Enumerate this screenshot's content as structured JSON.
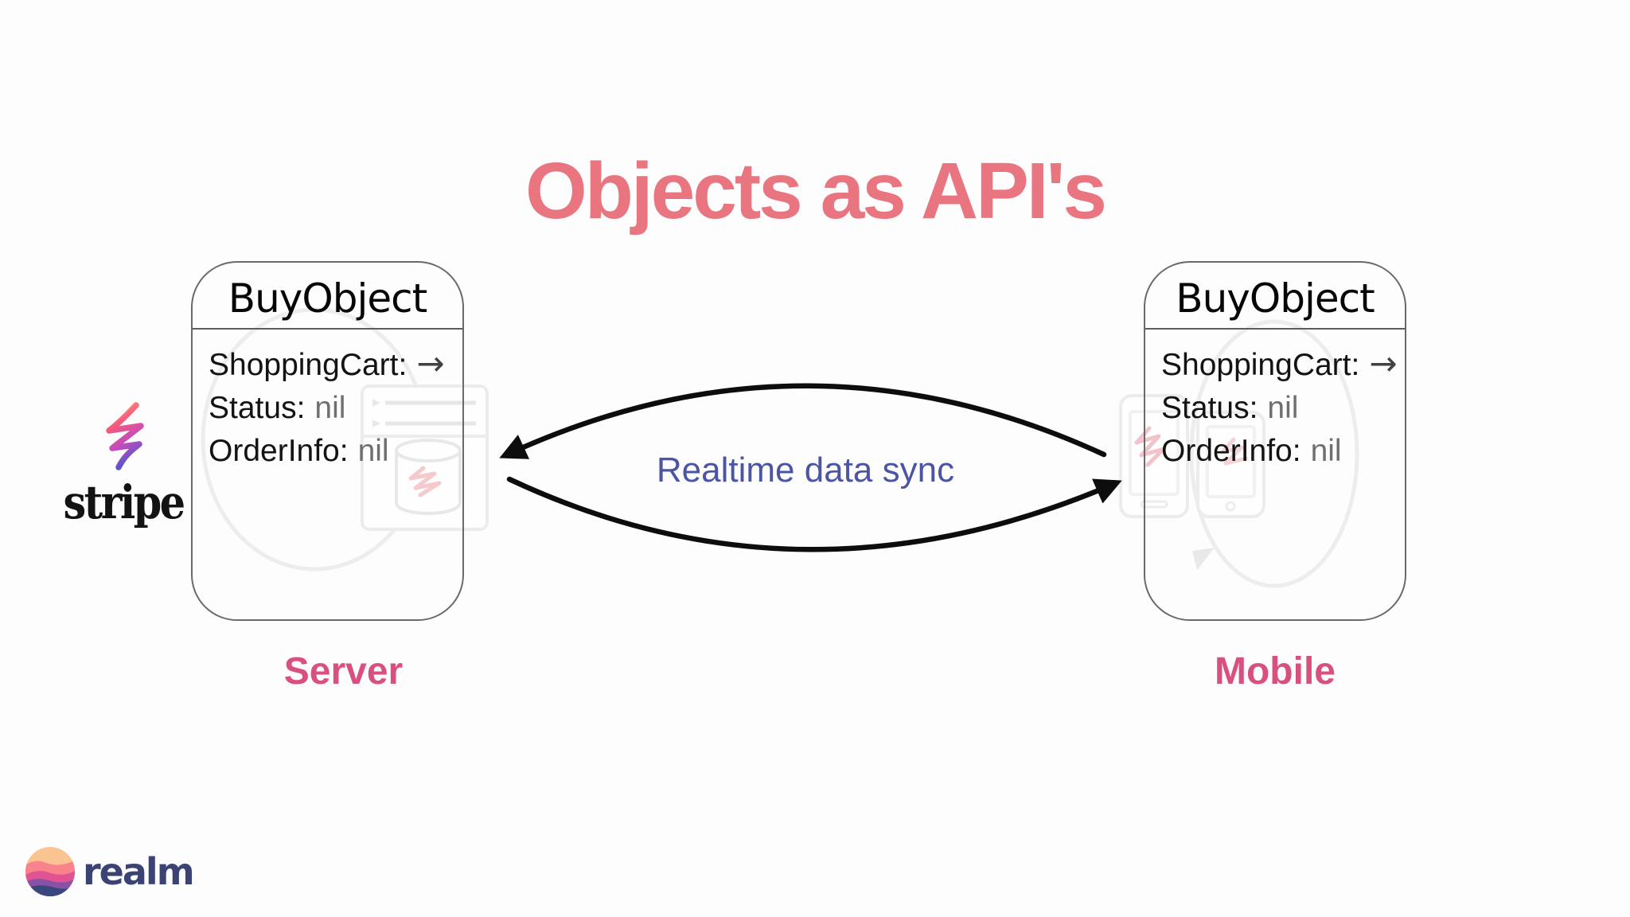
{
  "title": "Objects as API's",
  "sync": {
    "label": "Realtime data sync"
  },
  "server": {
    "header": "BuyObject",
    "rows": [
      {
        "label": "ShoppingCart:",
        "value": "→"
      },
      {
        "label": "Status:",
        "value": "nil"
      },
      {
        "label": "OrderInfo:",
        "value": "nil"
      }
    ],
    "caption": "Server",
    "vendor_wordmark": "stripe"
  },
  "mobile": {
    "header": "BuyObject",
    "rows": [
      {
        "label": "ShoppingCart:",
        "value": "→"
      },
      {
        "label": "Status:",
        "value": "nil"
      },
      {
        "label": "OrderInfo:",
        "value": "nil"
      }
    ],
    "caption": "Mobile"
  },
  "footer": {
    "brand_wordmark": "realm"
  },
  "icons": {
    "reference_arrow": "right-arrow-icon",
    "sync_arrows": "bidirectional-curved-arrows-icon",
    "stripe_mark": "stripe-zigzag-icon",
    "realm_mark": "realm-gradient-circle-icon",
    "server_watermark": "browser-database-loop-watermark-icon",
    "mobile_watermark": "phones-loop-watermark-icon"
  },
  "colors": {
    "background": "#fdfdfd",
    "title_pink": "#e8757f",
    "caption_pink": "#d8517d",
    "sync_label_blue": "#4c55a3",
    "value_muted_gray": "#6f6f6f",
    "box_border_gray": "#6a6a6a",
    "sync_arrow_black": "#0d0d0d",
    "realm_wordmark_navy": "#3a4374",
    "stripe_wordmark_black": "#131313"
  }
}
